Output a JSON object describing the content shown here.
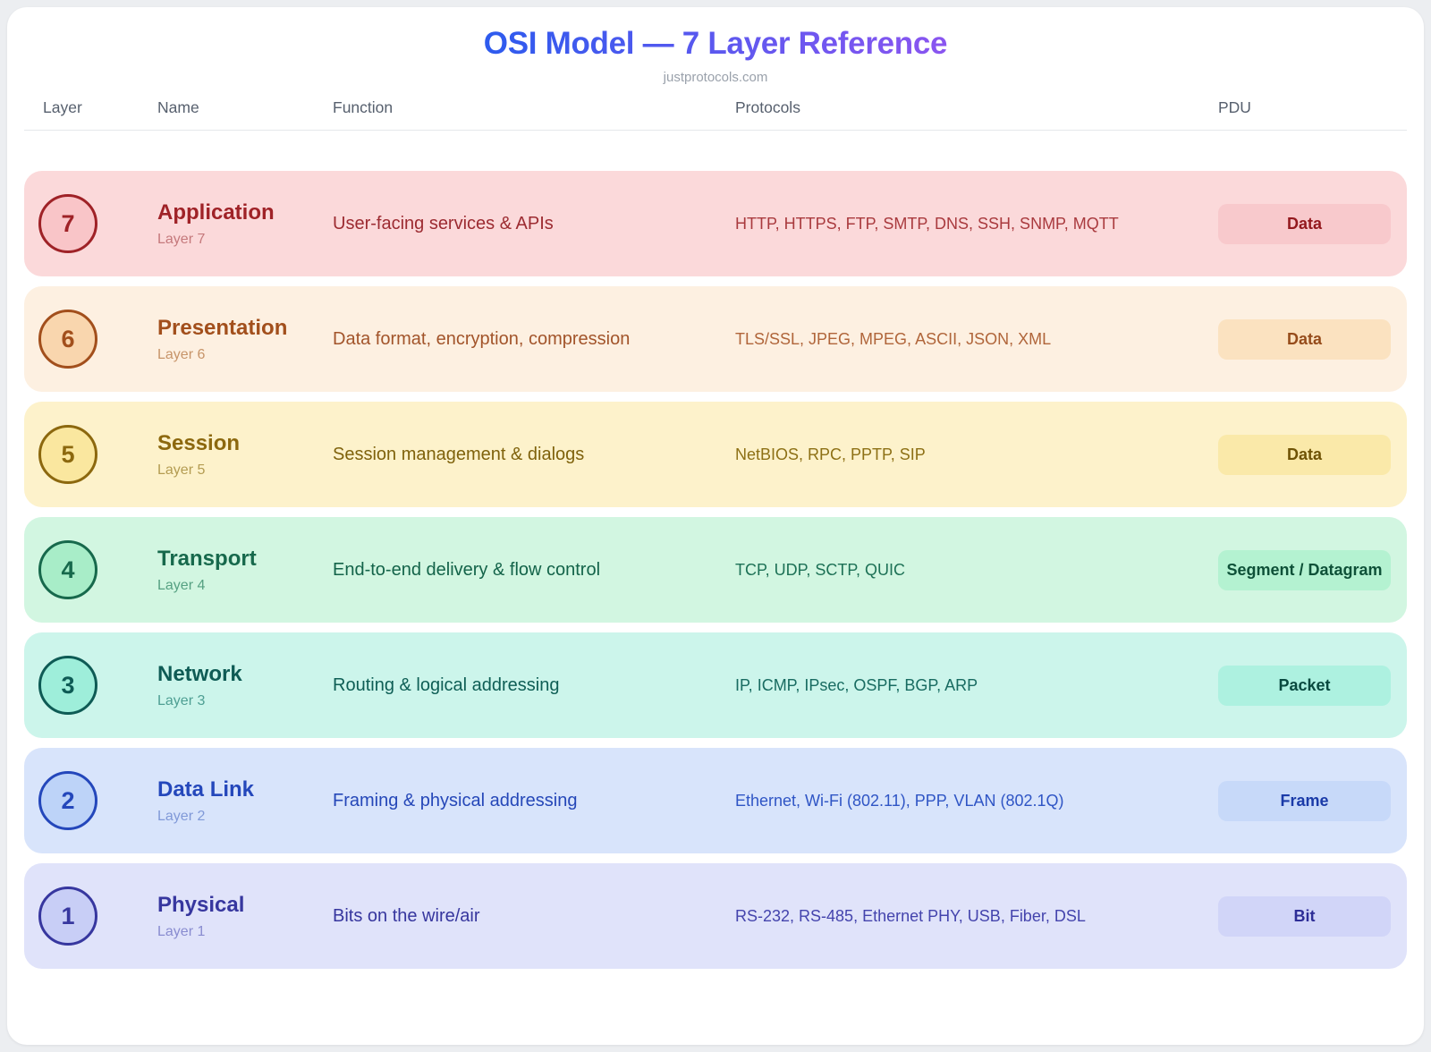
{
  "page": {
    "title": "OSI Model — 7 Layer Reference",
    "subtitle": "justprotocols.com",
    "title_gradient_from": "#2d5bee",
    "title_gradient_to": "#8a55f0"
  },
  "table": {
    "headers": [
      "Layer",
      "Name",
      "Function",
      "Protocols",
      "PDU"
    ]
  },
  "layers": [
    {
      "number": "7",
      "name": "Application",
      "layer_label": "Layer 7",
      "function": "User-facing services & APIs",
      "protocols": "HTTP, HTTPS, FTP, SMTP, DNS, SSH, SNMP, MQTT",
      "pdu": "Data",
      "colors": {
        "row_bg": "#fbd9da",
        "circle_bg": "#f9c5c8",
        "accent": "#9f2227",
        "muted": "#c5797c",
        "function_text": "#9c2b31",
        "protocols_text": "#a93a3e",
        "badge_bg": "#f8c9cc",
        "badge_text": "#93191e"
      }
    },
    {
      "number": "6",
      "name": "Presentation",
      "layer_label": "Layer 6",
      "function": "Data format, encryption, compression",
      "protocols": "TLS/SSL, JPEG, MPEG, ASCII, JSON, XML",
      "pdu": "Data",
      "colors": {
        "row_bg": "#fdf0e1",
        "circle_bg": "#f9d6ae",
        "accent": "#a24f1c",
        "muted": "#c79469",
        "function_text": "#a2542a",
        "protocols_text": "#b0653a",
        "badge_bg": "#fbe2c0",
        "badge_text": "#964c1b"
      }
    },
    {
      "number": "5",
      "name": "Session",
      "layer_label": "Layer 5",
      "function": "Session management & dialogs",
      "protocols": "NetBIOS, RPC, PPTP, SIP",
      "pdu": "Data",
      "colors": {
        "row_bg": "#fdf2cb",
        "circle_bg": "#fae79f",
        "accent": "#8c680e",
        "muted": "#b49c52",
        "function_text": "#7f620c",
        "protocols_text": "#8d7015",
        "badge_bg": "#fae9a9",
        "badge_text": "#6f5305"
      }
    },
    {
      "number": "4",
      "name": "Transport",
      "layer_label": "Layer 4",
      "function": "End-to-end delivery & flow control",
      "protocols": "TCP, UDP, SCTP, QUIC",
      "pdu": "Segment / Datagram",
      "colors": {
        "row_bg": "#d2f6e1",
        "circle_bg": "#a8edc8",
        "accent": "#17694c",
        "muted": "#56a182",
        "function_text": "#136349",
        "protocols_text": "#1d7156",
        "badge_bg": "#b4f2d1",
        "badge_text": "#0e5138"
      }
    },
    {
      "number": "3",
      "name": "Network",
      "layer_label": "Layer 3",
      "function": "Routing & logical addressing",
      "protocols": "IP, ICMP, IPsec, OSPF, BGP, ARP",
      "pdu": "Packet",
      "colors": {
        "row_bg": "#ccf5eb",
        "circle_bg": "#9eeeda",
        "accent": "#0e5b55",
        "muted": "#4e9f93",
        "function_text": "#0e5e55",
        "protocols_text": "#186b61",
        "badge_bg": "#adf1e0",
        "badge_text": "#09493f"
      }
    },
    {
      "number": "2",
      "name": "Data Link",
      "layer_label": "Layer 2",
      "function": "Framing & physical addressing",
      "protocols": "Ethernet, Wi-Fi (802.11), PPP, VLAN (802.1Q)",
      "pdu": "Frame",
      "colors": {
        "row_bg": "#d8e4fb",
        "circle_bg": "#bdd3f8",
        "accent": "#2447bb",
        "muted": "#8099d8",
        "function_text": "#2547b8",
        "protocols_text": "#2f55c5",
        "badge_bg": "#c7d9f9",
        "badge_text": "#1a3aa8"
      }
    },
    {
      "number": "1",
      "name": "Physical",
      "layer_label": "Layer 1",
      "function": "Bits on the wire/air",
      "protocols": "RS-232, RS-485, Ethernet PHY, USB, Fiber, DSL",
      "pdu": "Bit",
      "colors": {
        "row_bg": "#e0e3fa",
        "circle_bg": "#c8cef6",
        "accent": "#37379f",
        "muted": "#898cd0",
        "function_text": "#36369e",
        "protocols_text": "#4444ad",
        "badge_bg": "#d1d5f8",
        "badge_text": "#2e2e97"
      }
    }
  ]
}
